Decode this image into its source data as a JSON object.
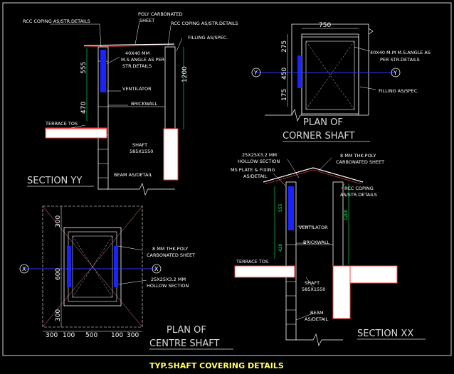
{
  "drawing": {
    "title": "TYP.SHAFT COVERING DETAILS",
    "section_yy": {
      "title": "SECTION YY",
      "labels": {
        "poly_sheet": "POLY CARBONATED SHEET",
        "rcc_left": "RCC COPING AS/STR.DETAILS",
        "rcc_right": "RCC COPING AS/STR.DETAILS",
        "filling": "FILLING AS/SPEC.",
        "angle": "40X40 MM M.S.ANGLE AS PER STR.DETAILS",
        "ventilator": "VENTILATOR",
        "brickwall": "BRICKWALL",
        "terrace": "TERRACE TOS",
        "shaft": "SHAFT 585X1550",
        "beam": "BEAM AS/DETAIL"
      },
      "dims": {
        "upper": "555",
        "lower": "470",
        "total": "1200"
      }
    },
    "corner_shaft": {
      "title_line1": "PLAN OF",
      "title_line2": "CORNER SHAFT",
      "axis": "Y",
      "dims": {
        "top": "750",
        "d1": "275",
        "d2": "450",
        "d3": "175"
      },
      "labels": {
        "angle": "40X40 M.M M.S.ANGLE AS PER STR.DETAILS",
        "filling": "FILLING AS/SPEC."
      }
    },
    "section_xx": {
      "title": "SECTION XX",
      "labels": {
        "hollow": "25X25X3.2 MM HOLLOW SECTION",
        "poly": "8 MM THK.POLY CARBONATED SHEET",
        "plate": "MS PLATE & FIXING AS/DETAIL",
        "rcc": "RCC COPING AS/STR.DETAILS",
        "ventilator": "VENTILATOR",
        "brickwall": "BRICKWALL",
        "terrace": "TERRACE TOS",
        "shaft": "SHAFT 585X1550",
        "beam": "BEAM AS/DETAIL"
      },
      "dims": {
        "upper": "555",
        "lower": "420",
        "total": "1200"
      }
    },
    "centre_shaft": {
      "title_line1": "PLAN OF",
      "title_line2": "CENTRE SHAFT",
      "axis": "X",
      "dims_bottom": [
        "300",
        "100",
        "500",
        "100",
        "300"
      ],
      "dims_left": [
        "300",
        "600",
        "300"
      ],
      "labels": {
        "poly": "8 MM THK.POLY CARBONATED SHEET",
        "hollow": "25X25X3.2 MM HOLLOW SECTION"
      }
    }
  }
}
